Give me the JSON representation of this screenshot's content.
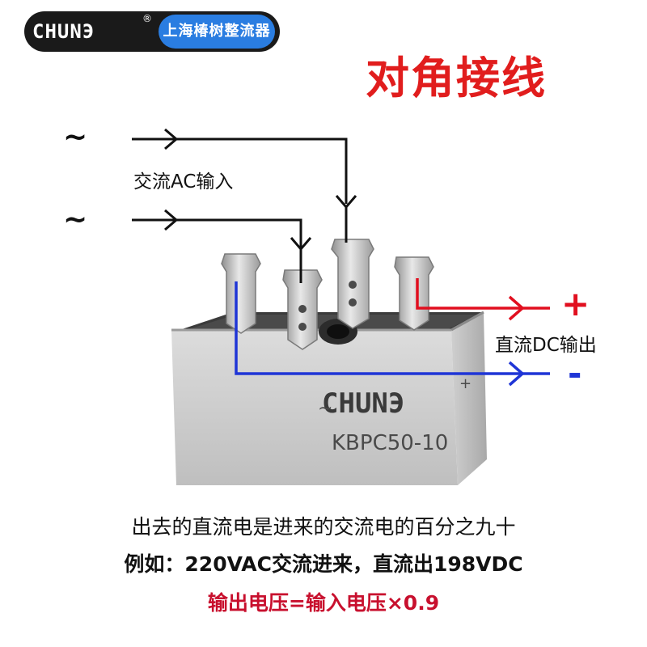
{
  "brand": {
    "logo_text": "CHUNЭ",
    "registered_mark": "®",
    "company_name": "上海椿树整流器"
  },
  "title": "对角接线",
  "ac_input": {
    "tilde_top": "~",
    "tilde_bottom": "~",
    "label": "交流AC输入"
  },
  "dc_output": {
    "plus": "+",
    "minus": "-",
    "label": "直流DC输出"
  },
  "component": {
    "model": "KBPC50-10",
    "logo_text": "CHUNЭ",
    "mark_ac": "~",
    "mark_dc_plus": "+"
  },
  "notes": {
    "line1": "出去的直流电是进来的交流电的百分之九十",
    "line2": "例如：220VAC交流进来，直流出198VDC",
    "line3": "输出电压=输入电压×0.9"
  },
  "colors": {
    "title": "#e11d1d",
    "brand_blue": "#2a7de1",
    "ac_wire": "#111111",
    "dc_positive": "#e10f1f",
    "dc_negative": "#1f35d6",
    "formula": "#c8102e"
  },
  "icons": [
    "arrow-right-icon",
    "arrow-down-icon"
  ]
}
